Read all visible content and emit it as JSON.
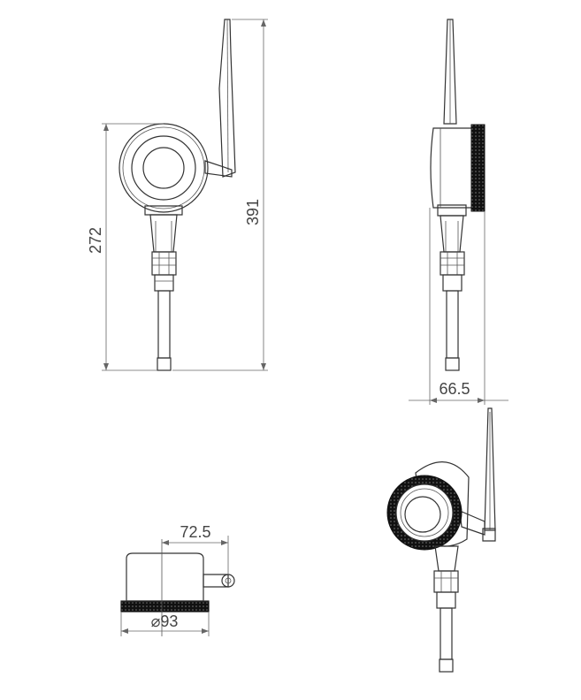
{
  "dimensions": {
    "total_height": "391",
    "body_height": "272",
    "side_depth": "66.5",
    "top_offset": "72.5",
    "diameter": "93",
    "diameter_symbol": "⌀"
  }
}
